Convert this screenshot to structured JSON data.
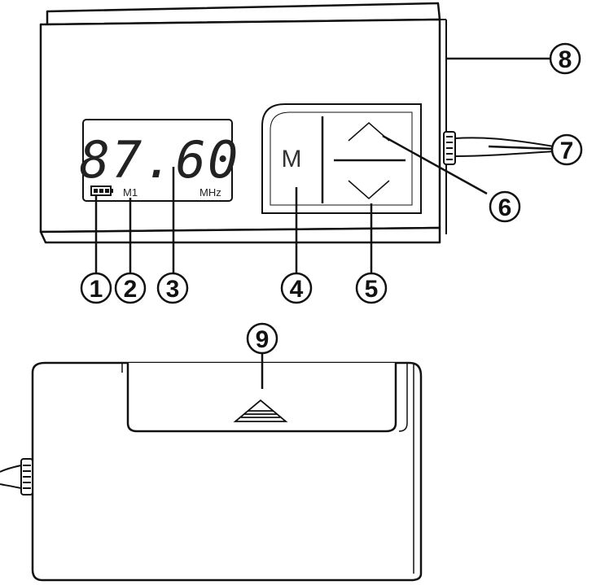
{
  "display": {
    "frequency": "87.60",
    "memory": "M1",
    "unit": "MHz"
  },
  "buttons": {
    "memory_label": "M"
  },
  "callouts": [
    "1",
    "2",
    "3",
    "4",
    "5",
    "6",
    "7",
    "8",
    "9"
  ],
  "icons": {
    "battery": "battery-icon",
    "up": "arrow-up-icon",
    "down": "arrow-down-icon",
    "eject": "eject-icon"
  },
  "colors": {
    "line": "#111111",
    "fill": "#ffffff"
  }
}
